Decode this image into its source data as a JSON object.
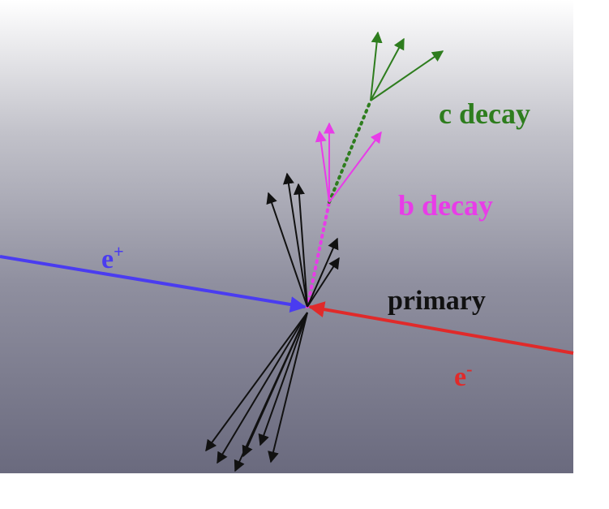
{
  "labels": {
    "c_decay": "c decay",
    "b_decay": "b decay",
    "primary": "primary",
    "positron_base": "e",
    "positron_sup": "+",
    "electron_base": "e",
    "electron_sup": "-"
  },
  "colors": {
    "c_decay": "#2e7d1e",
    "b_decay": "#e83ce8",
    "primary": "#111111",
    "positron": "#4a3cf0",
    "electron": "#e02a2a"
  }
}
